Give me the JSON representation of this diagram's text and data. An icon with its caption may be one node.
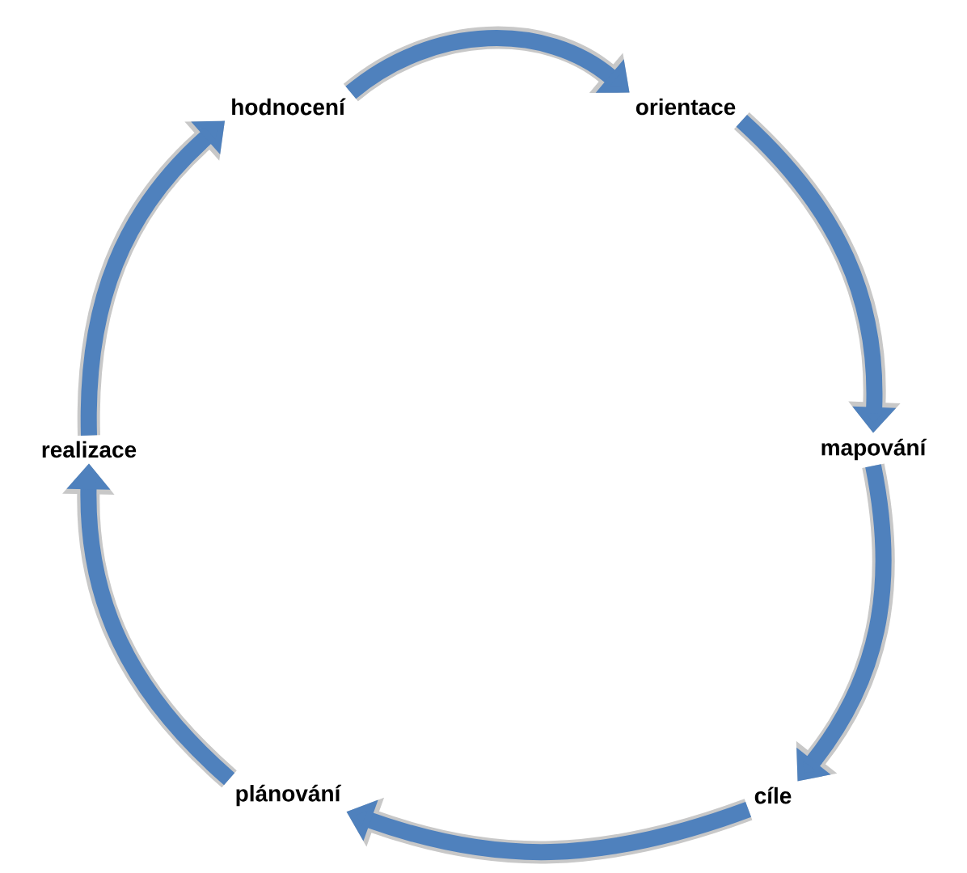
{
  "diagram": {
    "nodes": [
      {
        "text": [
          "hodnocení"
        ]
      },
      {
        "text": [
          "orientace"
        ]
      },
      {
        "text": [
          "mapování"
        ]
      },
      {
        "text": [
          "cíle"
        ]
      },
      {
        "text": [
          "plánování"
        ]
      },
      {
        "text": [
          "realizace"
        ]
      }
    ],
    "edges": [
      {
        "from": 0,
        "to": 1,
        "arrow": "to"
      },
      {
        "from": 1,
        "to": 2,
        "arrow": "to"
      },
      {
        "from": 2,
        "to": 3,
        "arrow": "to"
      },
      {
        "from": 3,
        "to": 4,
        "arrow": "to"
      },
      {
        "from": 4,
        "to": 5,
        "arrow": "to"
      },
      {
        "from": 5,
        "to": 0,
        "arrow": "to"
      }
    ]
  }
}
